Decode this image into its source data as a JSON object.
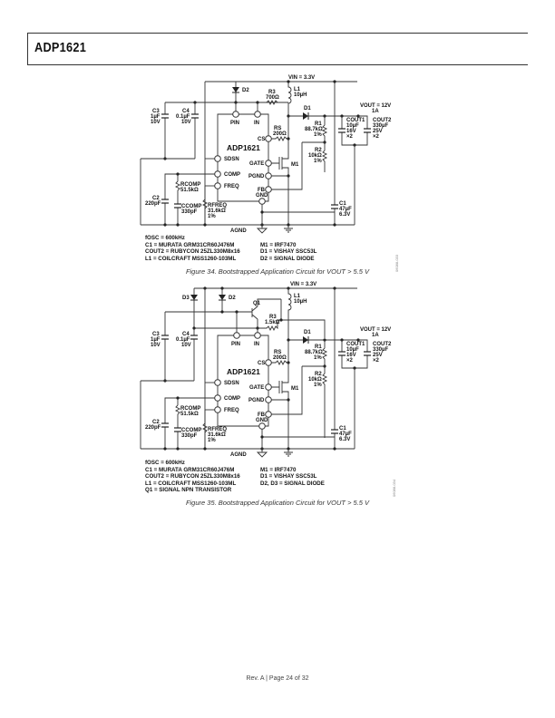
{
  "header": {
    "title": "ADP1621"
  },
  "figure34": {
    "labels": {
      "vin": "VIN = 3.3V",
      "d2": "D2",
      "r3": "R3",
      "r3_val": "700Ω",
      "l1": "L1",
      "l1_val": "10µH",
      "c3": "C3",
      "c3_val1": "1µF",
      "c3_val2": "10V",
      "c4": "C4",
      "c4_val1": "0.1µF",
      "c4_val2": "10V",
      "pin": "PIN",
      "in": "IN",
      "rs": "RS",
      "rs_val": "200Ω",
      "cs": "CS",
      "chip": "ADP1621",
      "sdsn": "SDSN",
      "gate": "GATE",
      "pgnd": "PGND",
      "comp": "COMP",
      "freq": "FREQ",
      "fb": "FB",
      "gnd": "GND",
      "m1": "M1",
      "d1": "D1",
      "r1": "R1",
      "r1_val1": "88.7kΩ",
      "r1_val2": "1%",
      "r2": "R2",
      "r2_val1": "10kΩ",
      "r2_val2": "1%",
      "vout": "VOUT = 12V",
      "iout": "1A",
      "cout1": "COUT1",
      "cout1_v1": "10µF",
      "cout1_v2": "16V",
      "cout1_v3": "×2",
      "cout2": "COUT2",
      "cout2_v1": "330µF",
      "cout2_v2": "25V",
      "cout2_v3": "×2",
      "c2": "C2",
      "c2_val": "220pF",
      "rcomp": "RCOMP",
      "rcomp_val": "51.5kΩ",
      "ccomp": "CCOMP",
      "ccomp_val": "330pF",
      "rfreq": "RFREQ",
      "rfreq_val1": "31.6kΩ",
      "rfreq_val2": "1%",
      "c1": "C1",
      "c1_val1": "47µF",
      "c1_val2": "6.3V",
      "agnd": "AGND"
    },
    "notes": {
      "fosc": "fOSC = 600kHz",
      "rows": [
        [
          "C1 = MURATA GRM31CR60J476M",
          "M1 = IRF7470"
        ],
        [
          "COUT2 = RUBYCON 25ZL330M8x16",
          "D1 = VISHAY SSC53L"
        ],
        [
          "L1 = COILCRAFT MSS1260-103ML",
          "D2 = SIGNAL DIODE"
        ]
      ]
    },
    "side_id": "06088-033",
    "caption": "Figure 34. Bootstrapped Application Circuit for VOUT > 5.5 V"
  },
  "figure35": {
    "labels": {
      "vin": "VIN = 3.3V",
      "d3": "D3",
      "d2": "D2",
      "q1": "Q1",
      "r3": "R3",
      "r3_val": "1.5kΩ",
      "l1": "L1",
      "l1_val": "10µH",
      "c3": "C3",
      "c3_val1": "1µF",
      "c3_val2": "10V",
      "c4": "C4",
      "c4_val1": "0.1µF",
      "c4_val2": "10V",
      "pin": "PIN",
      "in": "IN",
      "rs": "RS",
      "rs_val": "200Ω",
      "cs": "CS",
      "chip": "ADP1621",
      "sdsn": "SDSN",
      "gate": "GATE",
      "pgnd": "PGND",
      "comp": "COMP",
      "freq": "FREQ",
      "fb": "FB",
      "gnd": "GND",
      "m1": "M1",
      "d1": "D1",
      "r1": "R1",
      "r1_val1": "88.7kΩ",
      "r1_val2": "1%",
      "r2": "R2",
      "r2_val1": "10kΩ",
      "r2_val2": "1%",
      "vout": "VOUT = 12V",
      "iout": "1A",
      "cout1": "COUT1",
      "cout1_v1": "10µF",
      "cout1_v2": "16V",
      "cout1_v3": "×2",
      "cout2": "COUT2",
      "cout2_v1": "330µF",
      "cout2_v2": "25V",
      "cout2_v3": "×2",
      "c2": "C2",
      "c2_val": "220pF",
      "rcomp": "RCOMP",
      "rcomp_val": "51.5kΩ",
      "ccomp": "CCOMP",
      "ccomp_val": "330pF",
      "rfreq": "RFREQ",
      "rfreq_val1": "31.6kΩ",
      "rfreq_val2": "1%",
      "c1": "C1",
      "c1_val1": "47µF",
      "c1_val2": "6.3V",
      "agnd": "AGND"
    },
    "notes": {
      "fosc": "fOSC = 600kHz",
      "rows": [
        [
          "C1 = MURATA GRM31CR60J476M",
          "M1 = IRF7470"
        ],
        [
          "COUT2 = RUBYCON 25ZL330M8x16",
          "D1 = VISHAY SSC53L"
        ],
        [
          "L1 = COILCRAFT MSS1260-103ML",
          "D2, D3 = SIGNAL DIODE"
        ],
        [
          "Q1 = SIGNAL NPN TRANSISTOR",
          ""
        ]
      ]
    },
    "side_id": "06088-034",
    "caption": "Figure 35. Bootstrapped Application Circuit for VOUT > 5.5 V"
  },
  "footer": {
    "text": "Rev. A | Page 24 of 32"
  }
}
